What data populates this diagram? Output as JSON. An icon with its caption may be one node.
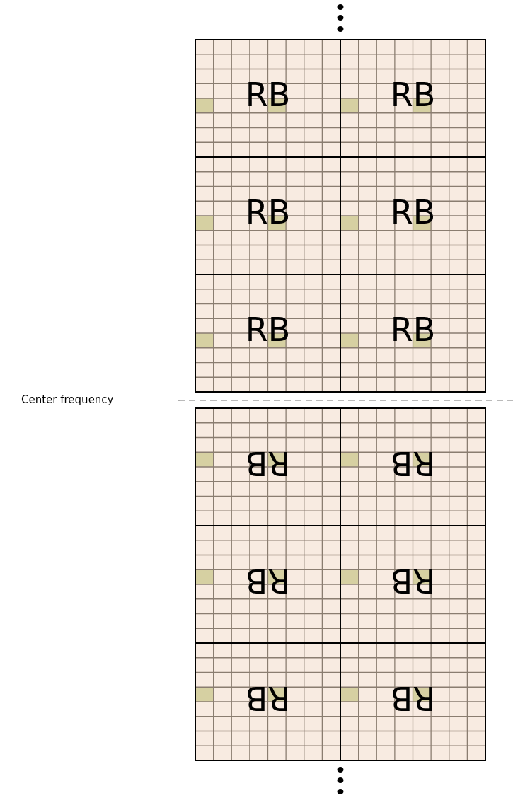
{
  "diagram": {
    "nodes": [
      {
        "text": [
          "RB"
        ]
      },
      {
        "text": [
          "RB"
        ]
      },
      {
        "text": [
          "RB"
        ]
      },
      {
        "text": [
          "RB"
        ]
      },
      {
        "text": [
          "RB"
        ]
      },
      {
        "text": [
          "RB"
        ]
      },
      {
        "text": [
          "RB"
        ]
      },
      {
        "text": [
          "RB"
        ]
      },
      {
        "text": [
          "RB"
        ]
      },
      {
        "text": [
          "RB"
        ]
      },
      {
        "text": [
          "RB"
        ]
      },
      {
        "text": [
          "RB"
        ]
      }
    ],
    "edges": [],
    "labels": [
      "Center frequency"
    ]
  }
}
